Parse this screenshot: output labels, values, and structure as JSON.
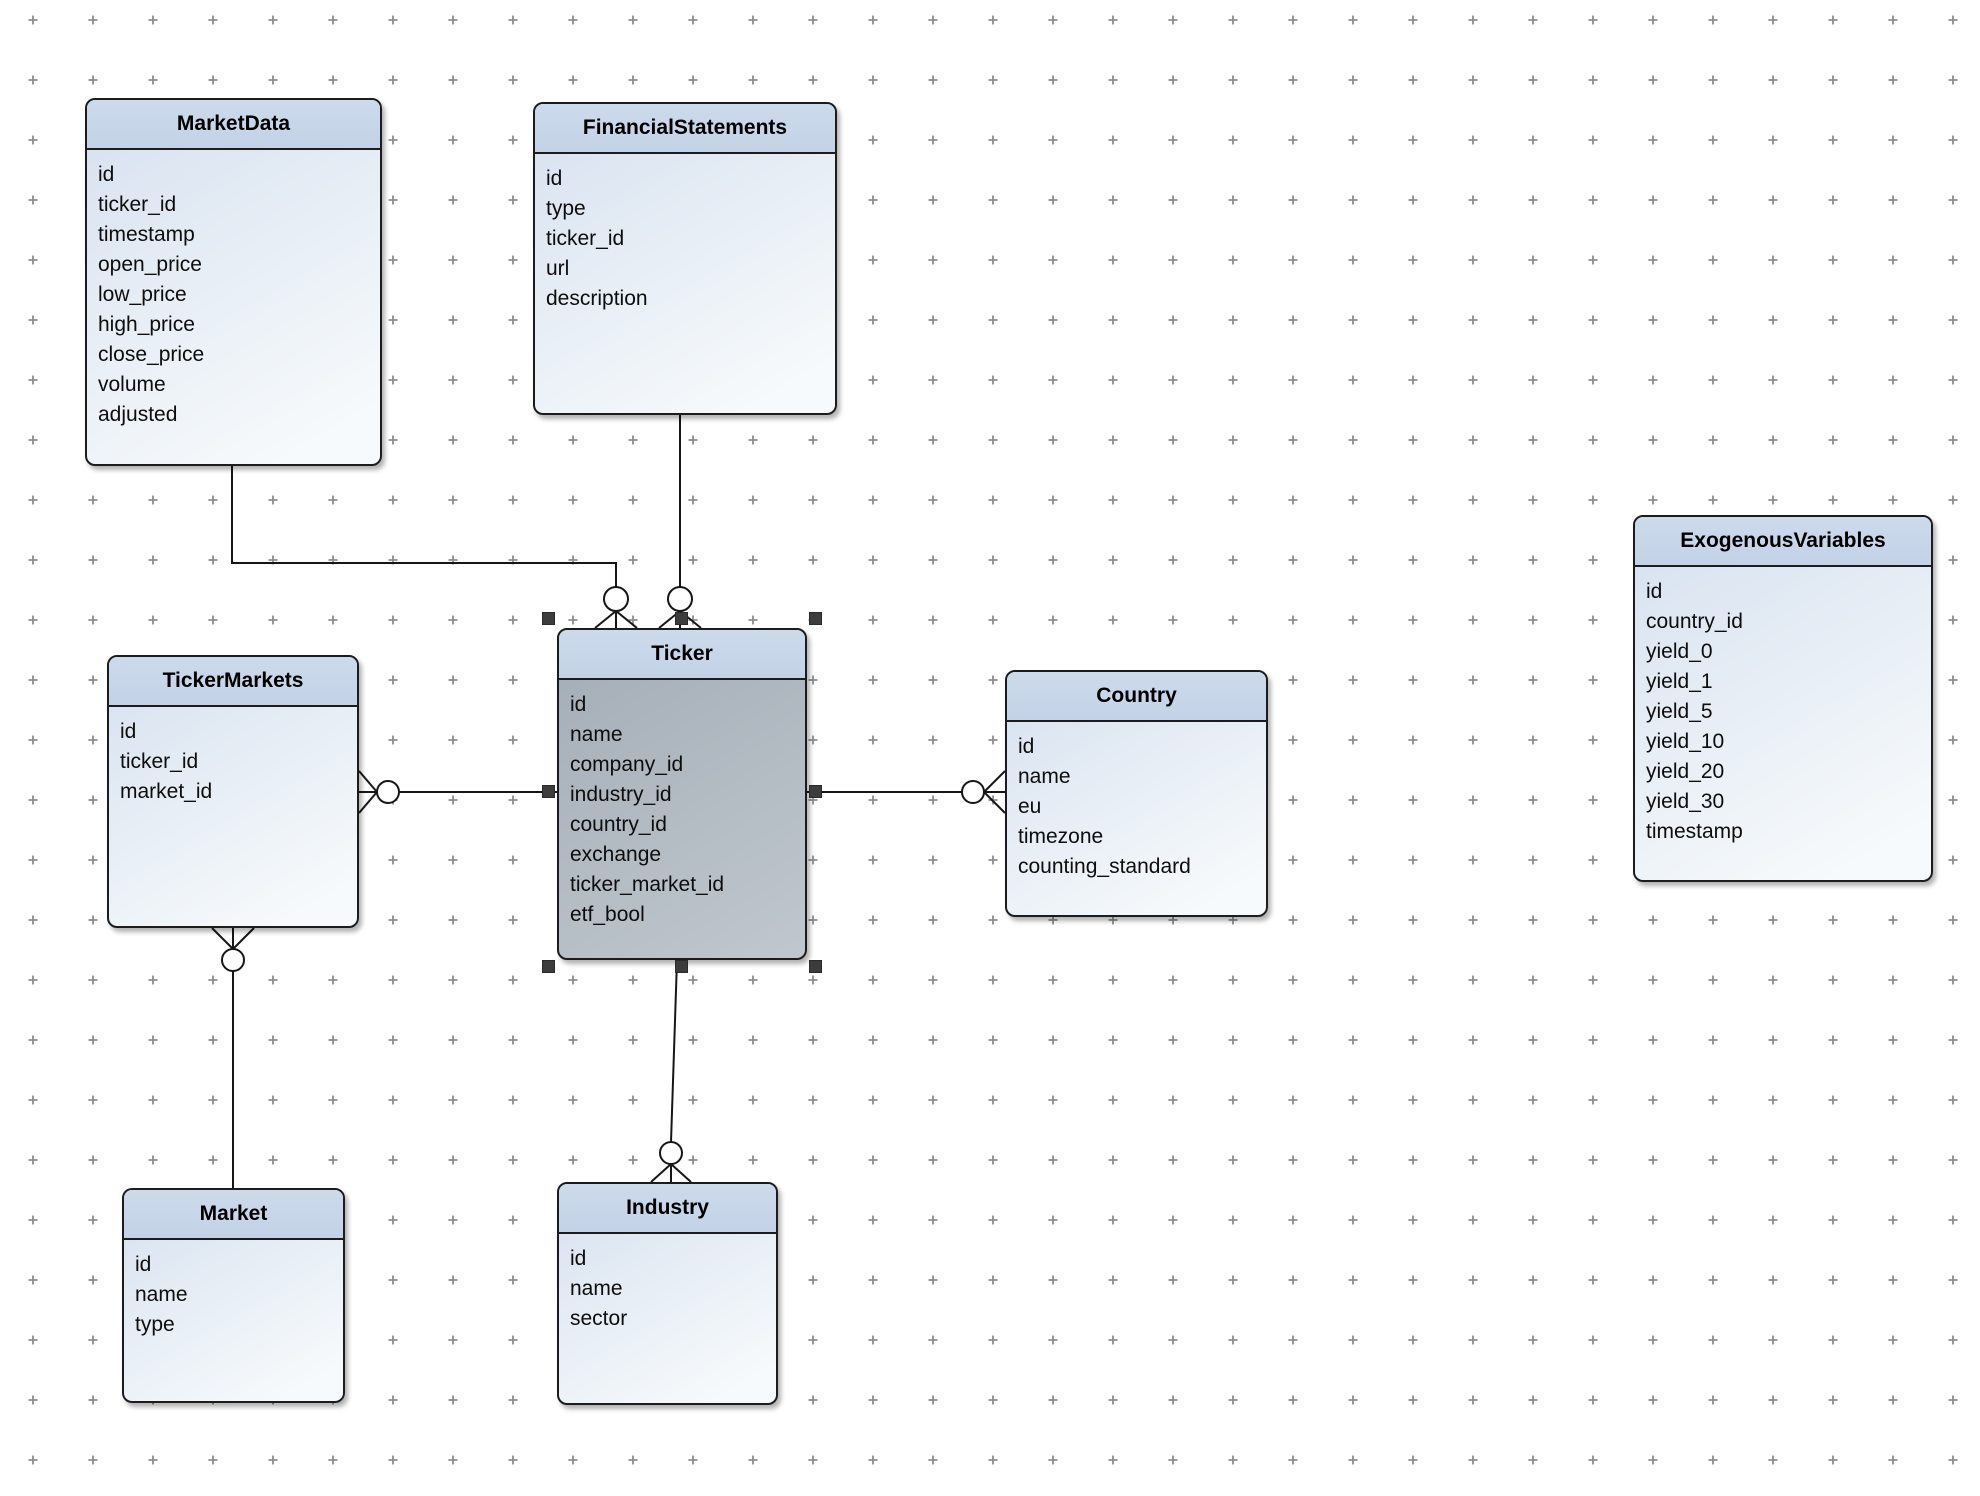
{
  "diagram": {
    "selected_entity": "Ticker",
    "entities": [
      {
        "key": "market_data",
        "title": "MarketData",
        "fields": [
          "id",
          "ticker_id",
          "timestamp",
          "open_price",
          "low_price",
          "high_price",
          "close_price",
          "volume",
          "adjusted"
        ]
      },
      {
        "key": "financial_statements",
        "title": "FinancialStatements",
        "fields": [
          "id",
          "type",
          "ticker_id",
          "url",
          "description"
        ]
      },
      {
        "key": "ticker_markets",
        "title": "TickerMarkets",
        "fields": [
          "id",
          "ticker_id",
          "market_id"
        ]
      },
      {
        "key": "ticker",
        "title": "Ticker",
        "fields": [
          "id",
          "name",
          "company_id",
          "industry_id",
          "country_id",
          "exchange",
          "ticker_market_id",
          "etf_bool"
        ]
      },
      {
        "key": "country",
        "title": "Country",
        "fields": [
          "id",
          "name",
          "eu",
          "timezone",
          "counting_standard"
        ]
      },
      {
        "key": "exogenous_variables",
        "title": "ExogenousVariables",
        "fields": [
          "id",
          "country_id",
          "yield_0",
          "yield_1",
          "yield_5",
          "yield_10",
          "yield_20",
          "yield_30",
          "timestamp"
        ]
      },
      {
        "key": "market",
        "title": "Market",
        "fields": [
          "id",
          "name",
          "type"
        ]
      },
      {
        "key": "industry",
        "title": "Industry",
        "fields": [
          "id",
          "name",
          "sector"
        ]
      }
    ],
    "relationships": [
      {
        "from": "MarketData",
        "to": "Ticker",
        "marker_at_to": "zero-or-many-crowfoot"
      },
      {
        "from": "FinancialStatements",
        "to": "Ticker",
        "marker_at_to": "zero-or-many-crowfoot"
      },
      {
        "from": "Ticker",
        "to": "TickerMarkets",
        "marker_at_to": "zero-or-many-crowfoot"
      },
      {
        "from": "Ticker",
        "to": "Country",
        "marker_at_to": "zero-or-many-crowfoot"
      },
      {
        "from": "TickerMarkets",
        "to": "Market",
        "marker_at_from": "zero-or-many-crowfoot"
      },
      {
        "from": "Ticker",
        "to": "Industry",
        "marker_at_to": "zero-or-many-crowfoot"
      }
    ],
    "colors": {
      "border": "#1c1c1c",
      "header_from": "#ccdaec",
      "header_to": "#c3d2e6",
      "body_from": "#d6e1ef",
      "body_to": "#f7fafc",
      "selected_from": "#a3adb6",
      "selected_to": "#c0c7ce",
      "line": "#161616",
      "grid_dot": "#8d8d8d",
      "handle": "#3c3c3c"
    }
  }
}
